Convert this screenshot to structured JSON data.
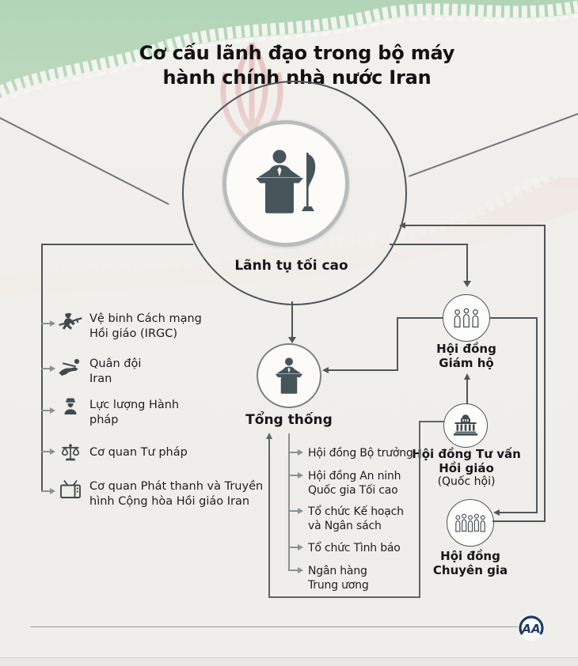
{
  "title": {
    "line1": "Cơ cấu lãnh đạo trong bộ máy",
    "line2": "hành chính nhà nước Iran"
  },
  "supreme_leader": {
    "label": "Lãnh tụ tối cao",
    "icon": "podium-speaker-flag-icon"
  },
  "president": {
    "label": "Tổng thống",
    "icon": "podium-speaker-icon"
  },
  "left_items": [
    {
      "icon": "irgc-soldier-icon",
      "label": "Vệ binh Cách mạng\nHồi giáo (IRGC)"
    },
    {
      "icon": "army-soldier-icon",
      "label": "Quân đội\nIran"
    },
    {
      "icon": "police-officer-icon",
      "label": "Lực lượng Hành\npháp"
    },
    {
      "icon": "justice-scales-icon",
      "label": "Cơ quan Tư pháp"
    },
    {
      "icon": "tv-broadcast-icon",
      "label": "Cơ quan Phát thanh và Truyền\nhình Cộng hòa Hồi giáo Iran"
    }
  ],
  "president_subordinates": [
    {
      "label": "Hội đồng Bộ trưởng"
    },
    {
      "label": "Hội đồng An ninh\nQuốc gia Tối cao"
    },
    {
      "label": "Tổ chức Kế hoạch\nvà Ngân sách"
    },
    {
      "label": "Tổ chức Tình báo"
    },
    {
      "label": "Ngân hàng\nTrung ương"
    }
  ],
  "councils": {
    "guardian": {
      "icon": "people-group-icon",
      "label": "Hội đồng\nGiám hộ"
    },
    "consultative": {
      "icon": "parliament-icon",
      "label": "Hội đồng Tư vấn\nHồi giáo",
      "sublabel": "(Quốc hội)"
    },
    "experts": {
      "icon": "people-crowd-icon",
      "label": "Hội đồng\nChuyên gia"
    }
  },
  "footer": {
    "logo_text": "AA"
  },
  "colors": {
    "line_dark": "#4e565a",
    "line_light": "#8b9292",
    "icon": "#3f4a4e",
    "flag_green": "#a7d0ad",
    "flag_red": "#edb9b9",
    "logo_navy": "#1f3a6e",
    "background": "#f1efeb"
  }
}
